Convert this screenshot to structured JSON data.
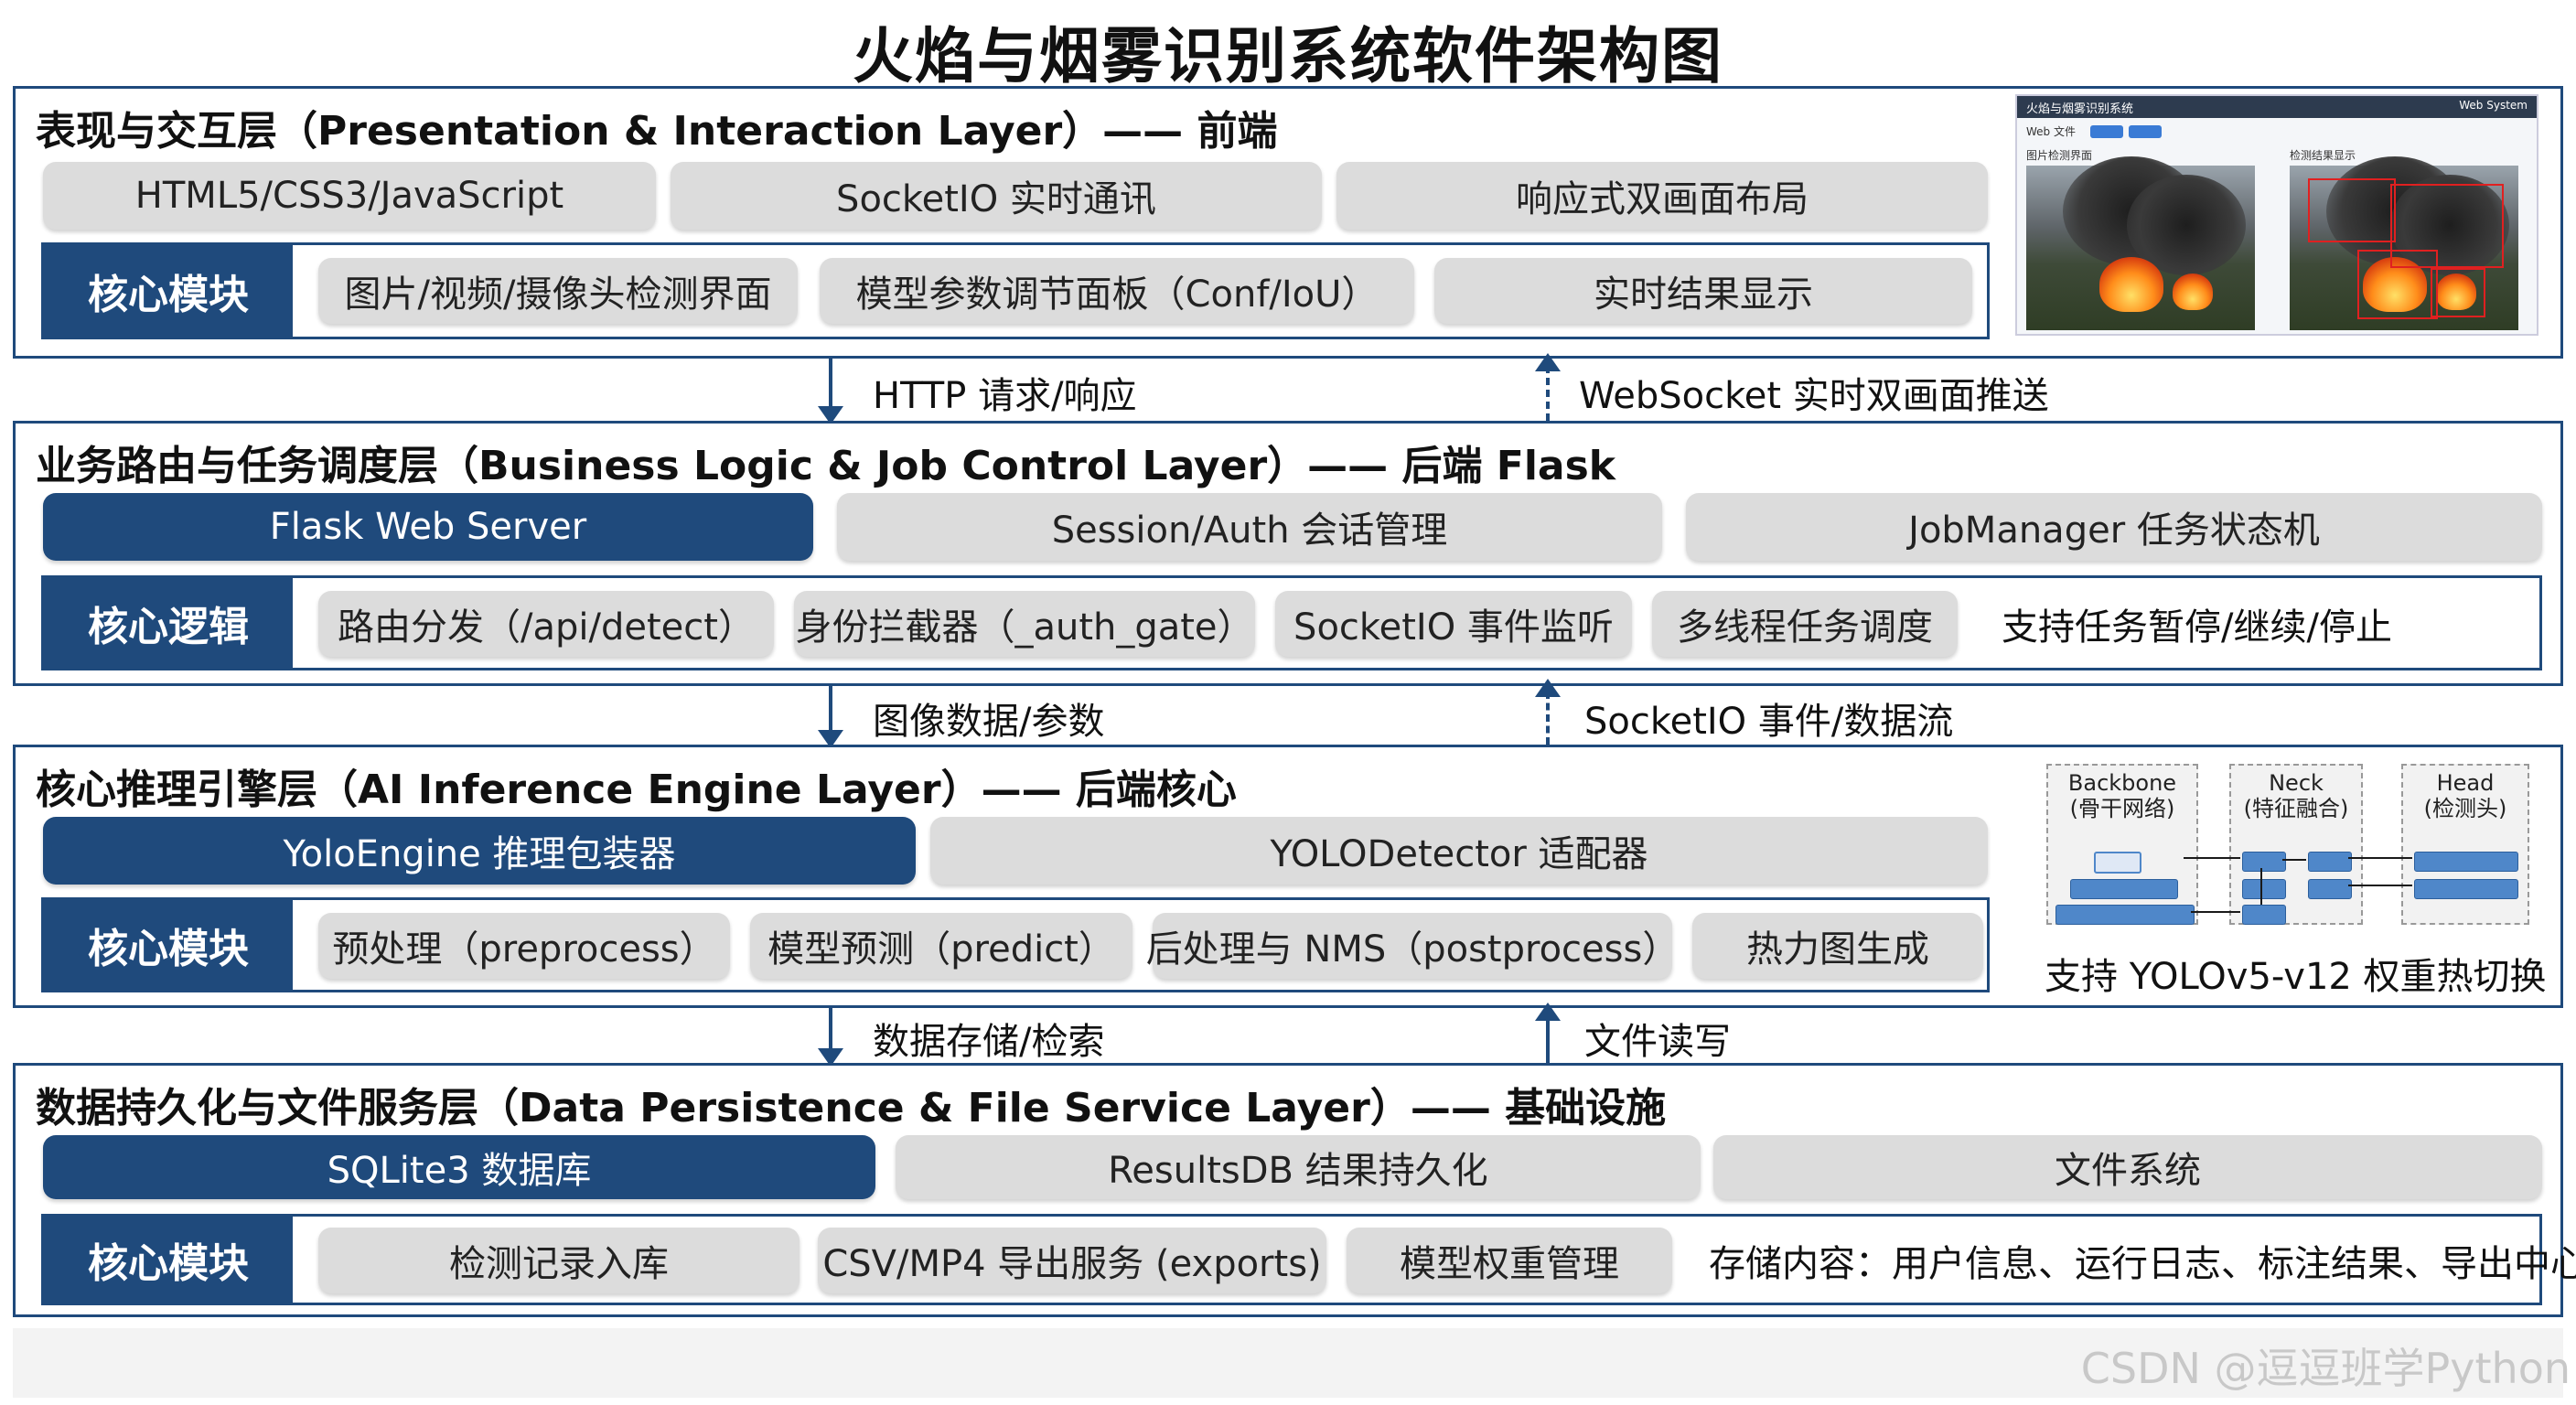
{
  "title": "火焰与烟雾识别系统软件架构图",
  "layers": [
    {
      "title": "表现与交互层（Presentation & Interaction Layer）—— 前端",
      "top_pills": [
        "HTML5/CSS3/JavaScript",
        "SocketIO 实时通讯",
        "响应式双画面布局"
      ],
      "core_label": "核心模块",
      "core_pills": [
        "图片/视频/摄像头检测界面",
        "模型参数调节面板（Conf/IoU）",
        "实时结果显示"
      ],
      "screenshot": {
        "app_title": "火焰与烟雾识别系统",
        "header_right": "Web System",
        "tab_label": "Web 文件",
        "left_label": "图片检测界面",
        "right_label": "检测结果显示"
      }
    },
    {
      "title": "业务路由与任务调度层（Business Logic & Job Control Layer）—— 后端 Flask",
      "top_pills": [
        "Flask Web Server",
        "Session/Auth 会话管理",
        "JobManager 任务状态机"
      ],
      "core_label": "核心逻辑",
      "core_pills": [
        "路由分发（/api/detect）",
        "身份拦截器（_auth_gate）",
        "SocketIO 事件监听",
        "多线程任务调度"
      ],
      "core_plain": "支持任务暂停/继续/停止"
    },
    {
      "title": "核心推理引擎层（AI Inference Engine Layer）—— 后端核心",
      "top_pills": [
        "YoloEngine 推理包装器",
        "YOLODetector 适配器"
      ],
      "core_label": "核心模块",
      "core_pills": [
        "预处理（preprocess）",
        "模型预测（predict）",
        "后处理与 NMS（postprocess）",
        "热力图生成"
      ],
      "yolo": {
        "backbone": "Backbone",
        "backbone_cn": "(骨干网络)",
        "neck": "Neck",
        "neck_cn": "(特征融合)",
        "head": "Head",
        "head_cn": "(检测头)",
        "caption": "支持 YOLOv5-v12 权重热切换"
      }
    },
    {
      "title": "数据持久化与文件服务层（Data Persistence & File Service Layer）—— 基础设施",
      "top_pills": [
        "SQLite3 数据库",
        "ResultsDB 结果持久化",
        "文件系统"
      ],
      "core_label": "核心模块",
      "core_pills": [
        "检测记录入库",
        "CSV/MP4 导出服务 (exports)",
        "模型权重管理"
      ],
      "core_plain": "存储内容：用户信息、运行日志、标注结果、导出中心"
    }
  ],
  "connectors": [
    {
      "down": "HTTP 请求/响应",
      "up": "WebSocket 实时双画面推送"
    },
    {
      "down": "图像数据/参数",
      "up": "SocketIO 事件/数据流"
    },
    {
      "down": "数据存储/检索",
      "up": "文件读写"
    }
  ],
  "watermark": "CSDN @逗逗班学Python",
  "colors": {
    "primary": "#1f4a7c",
    "pill": "#dcdcdc",
    "flame": "#ff8c1a",
    "detect_box": "#e02020"
  }
}
